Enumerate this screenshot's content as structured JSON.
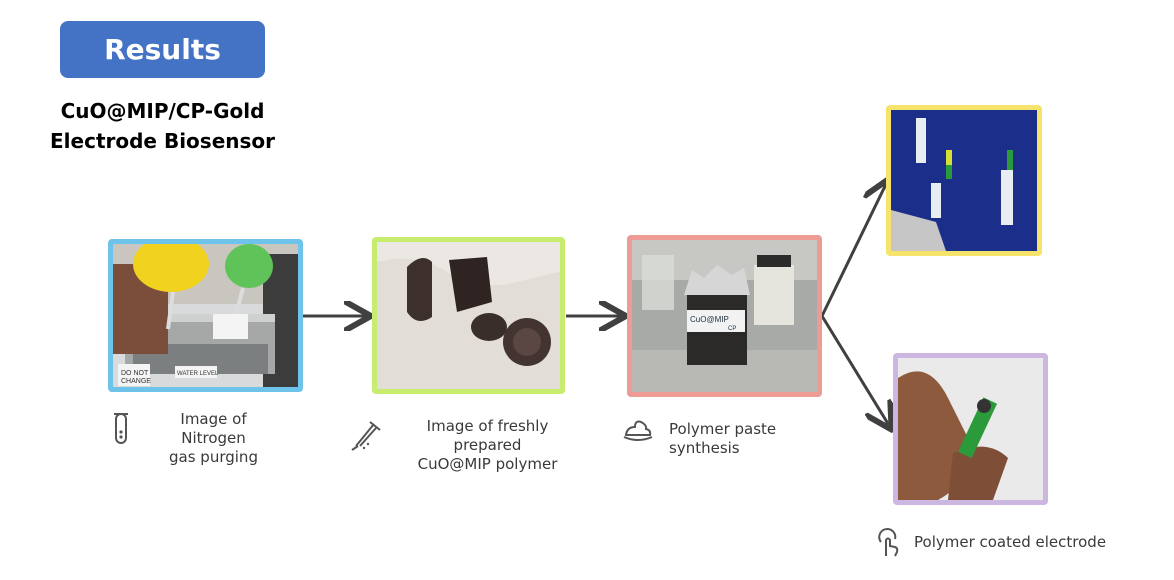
{
  "header": {
    "badge": "Results",
    "subtitle_line1": "CuO@MIP/CP-Gold",
    "subtitle_line2": "Electrode Biosensor"
  },
  "steps": [
    {
      "caption_line1": "Image of Nitrogen",
      "caption_line2": "gas purging",
      "icon": "test-tube-icon",
      "border_color": "#6ec3ea"
    },
    {
      "caption_line1": "Image of freshly prepared",
      "caption_line2": "CuO@MIP polymer",
      "icon": "pipette-icon",
      "border_color": "#c7ec6e"
    },
    {
      "caption_line1": "Polymer paste synthesis",
      "icon": "paste-icon",
      "border_color": "#ee9b95"
    },
    {
      "caption_line1": "Polymer coated electrode",
      "icon": "touch-icon",
      "border_color_top": "#f5e36b",
      "border_color_bottom": "#cbb7e0"
    }
  ],
  "photo_labels": {
    "beaker_lid": "DO NOT",
    "beaker_lid2": "CHANGE",
    "water_level": "WATER LEVEL",
    "jar_label": "CuO@MIP",
    "jar_label2": "CP"
  },
  "colors": {
    "badge": "#4472c4",
    "arrow": "#404040"
  }
}
